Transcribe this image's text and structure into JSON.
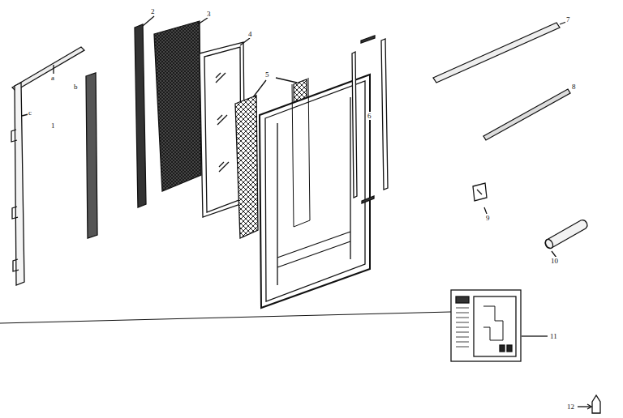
{
  "diagram": {
    "labels": [
      "2",
      "3",
      "4",
      "7",
      "a",
      "5",
      "b",
      "8",
      "c",
      "6",
      "1",
      "9",
      "10",
      "11",
      "12"
    ]
  }
}
